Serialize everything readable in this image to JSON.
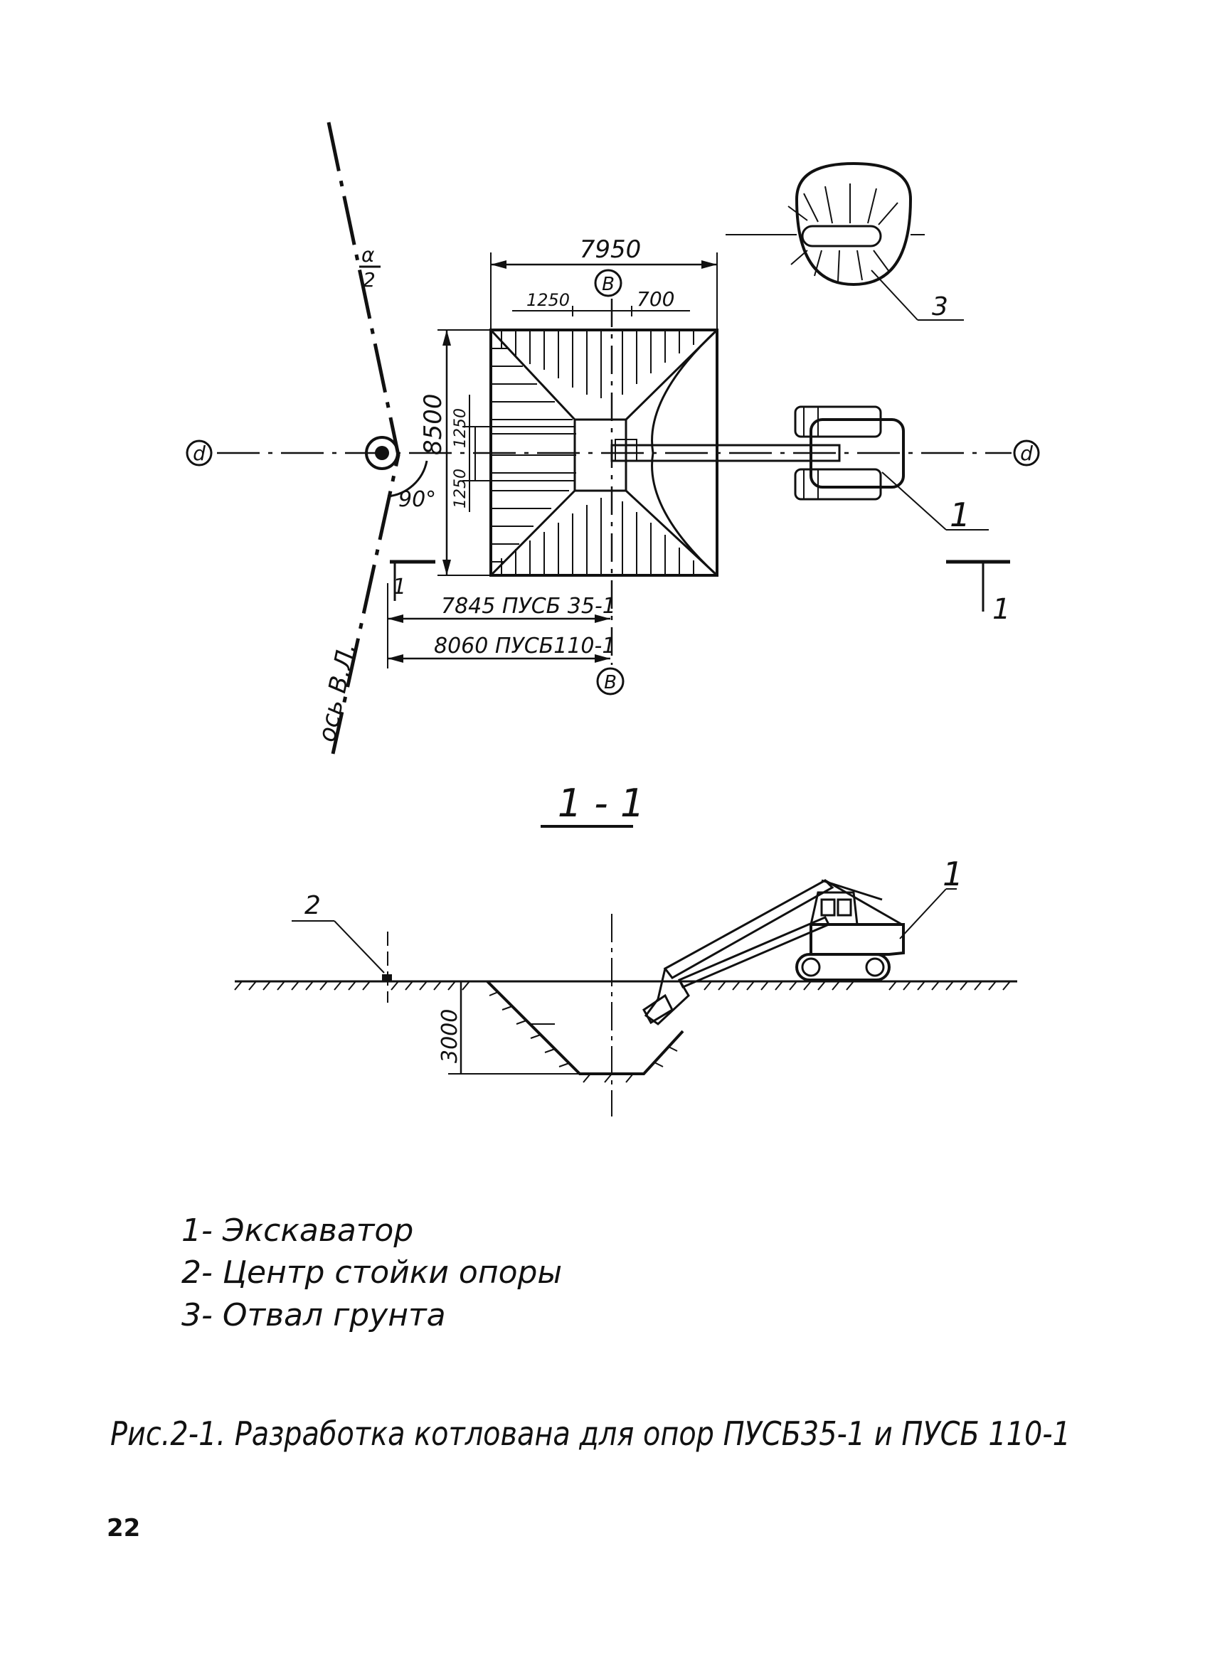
{
  "plan": {
    "dim_width": "7950",
    "dim_left_offset": "1250",
    "dim_right_offset": "700",
    "dim_height": "8500",
    "dim_half_top": "1250",
    "dim_half_bottom": "1250",
    "angle_label": "90°",
    "alpha_numerator": "α",
    "alpha_denominator": "2",
    "axis_d_left": "d",
    "axis_d_right": "d",
    "axis_b_top": "B",
    "axis_b_bottom": "B",
    "dim_pusb35": "7845 ПУСБ 35-1",
    "dim_pusb110": "8060 ПУСБ110-1",
    "line_axis_label": "ось В.Л.",
    "section_mark_left": "1",
    "section_mark_right": "1",
    "callout_excavator": "1",
    "callout_spoil": "3"
  },
  "section": {
    "title": "1 - 1",
    "depth_label": "3000",
    "callout_center": "2",
    "callout_excavator": "1"
  },
  "legend": [
    {
      "text": "1- Экскаватор"
    },
    {
      "text": "2- Центр стойки опоры"
    },
    {
      "text": "3- Отвал грунта"
    }
  ],
  "caption": "Рис.2-1. Разработка котлована для опор ПУСБ35-1 и ПУСБ 110-1",
  "page_number": "22"
}
